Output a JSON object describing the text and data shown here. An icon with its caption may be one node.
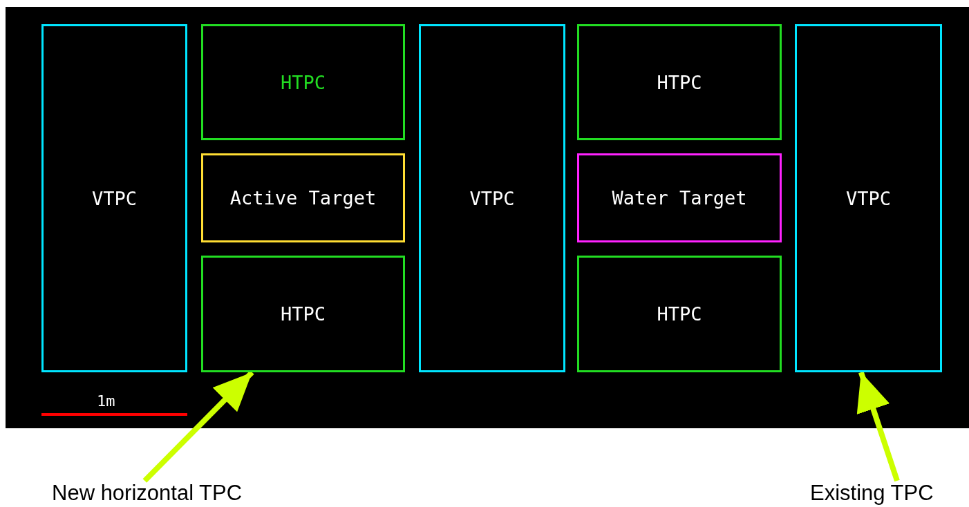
{
  "diagram": {
    "nodes": [
      {
        "text": [
          "VTPC"
        ]
      },
      {
        "text": [
          "HTPC"
        ]
      },
      {
        "text": [
          "Active Target"
        ]
      },
      {
        "text": [
          "HTPC"
        ]
      },
      {
        "text": [
          "VTPC"
        ]
      },
      {
        "text": [
          "HTPC"
        ]
      },
      {
        "text": [
          "Water Target"
        ]
      },
      {
        "text": [
          "HTPC"
        ]
      },
      {
        "text": [
          "VTPC"
        ]
      },
      {
        "text": [
          "New horizontal TPC"
        ]
      },
      {
        "text": [
          "Existing TPC"
        ]
      }
    ],
    "edges": [
      {
        "from": 9,
        "to": 3,
        "arrow": "to",
        "color": "#ccff00"
      },
      {
        "from": 10,
        "to": 8,
        "arrow": "to",
        "color": "#ccff00"
      }
    ],
    "labels": [
      "1m"
    ]
  }
}
